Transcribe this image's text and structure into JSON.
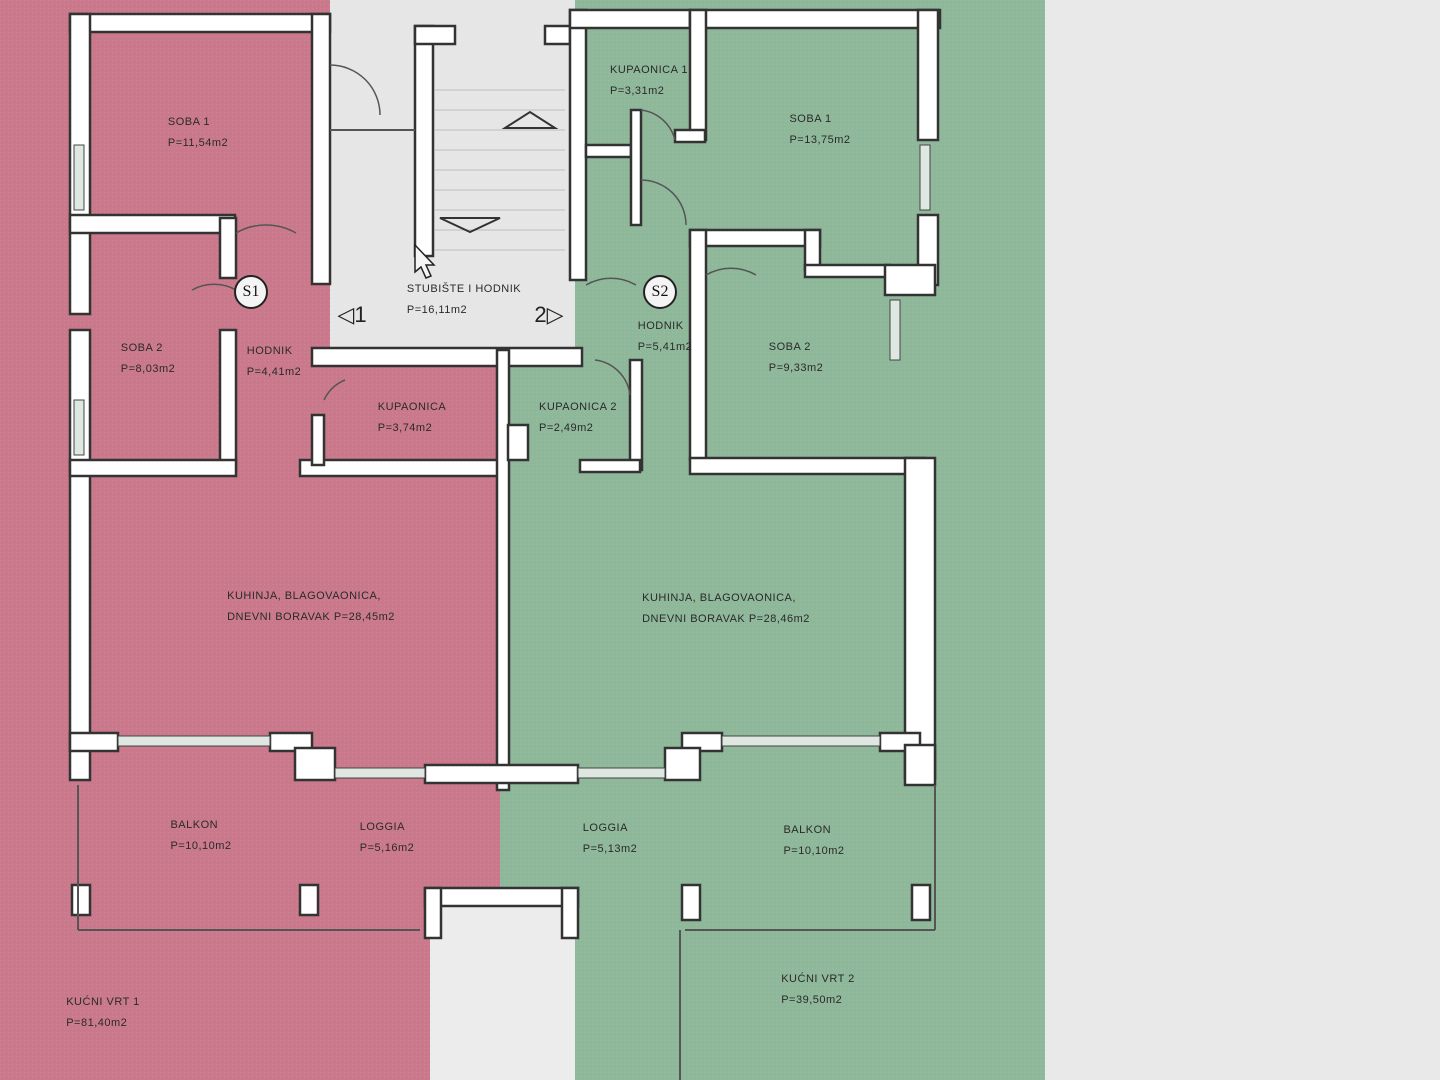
{
  "rooms": {
    "a1_soba1": {
      "name": "SOBA 1",
      "area": "P=11,54m2"
    },
    "a1_soba2": {
      "name": "SOBA 2",
      "area": "P=8,03m2"
    },
    "a1_hodnik": {
      "name": "HODNIK",
      "area": "P=4,41m2"
    },
    "a1_kupaonica": {
      "name": "KUPAONICA",
      "area": "P=3,74m2"
    },
    "a1_kuhinja": {
      "name": "KUHINJA, BLAGOVAONICA,",
      "area": "DNEVNI BORAVAK P=28,45m2"
    },
    "a1_balkon": {
      "name": "BALKON",
      "area": "P=10,10m2"
    },
    "a1_loggia": {
      "name": "LOGGIA",
      "area": "P=5,16m2"
    },
    "a1_vrt": {
      "name": "KUĆNI VRT 1",
      "area": "P=81,40m2"
    },
    "stubiste": {
      "name": "STUBIŠTE I HODNIK",
      "area": "P=16,11m2"
    },
    "a2_kupaonica1": {
      "name": "KUPAONICA 1",
      "area": "P=3,31m2"
    },
    "a2_soba1": {
      "name": "SOBA 1",
      "area": "P=13,75m2"
    },
    "a2_hodnik": {
      "name": "HODNIK",
      "area": "P=5,41m2"
    },
    "a2_soba2": {
      "name": "SOBA 2",
      "area": "P=9,33m2"
    },
    "a2_kupaonica2": {
      "name": "KUPAONICA 2",
      "area": "P=2,49m2"
    },
    "a2_kuhinja": {
      "name": "KUHINJA, BLAGOVAONICA,",
      "area": "DNEVNI BORAVAK P=28,46m2"
    },
    "a2_loggia": {
      "name": "LOGGIA",
      "area": "P=5,13m2"
    },
    "a2_balkon": {
      "name": "BALKON",
      "area": "P=10,10m2"
    },
    "a2_vrt": {
      "name": "KUĆNI VRT 2",
      "area": "P=39,50m2"
    }
  },
  "markers": {
    "s1": "S1",
    "s2": "S2"
  },
  "entrances": {
    "e1": "◁1",
    "e2": "2▷"
  },
  "colors": {
    "apartment1": "#c9798b",
    "apartment2": "#8fb79a",
    "common": "#e6e6e6",
    "wall": "#ffffff",
    "wall_outline": "#333333"
  }
}
